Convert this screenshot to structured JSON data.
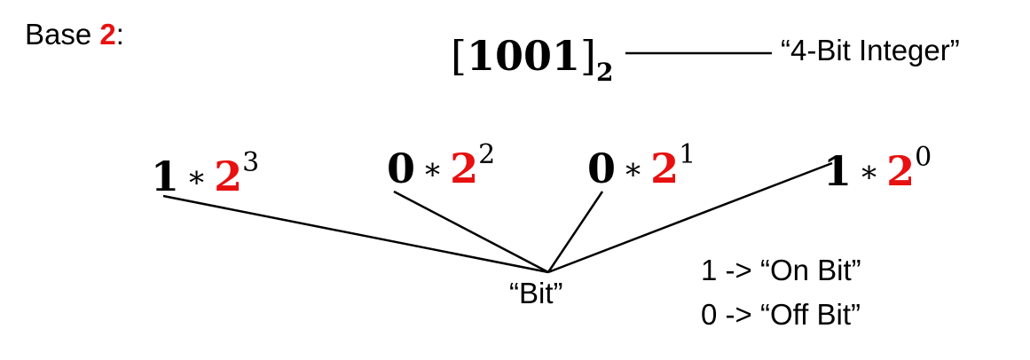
{
  "base_label": {
    "prefix": "Base ",
    "number": "2",
    "suffix": ":"
  },
  "binary": {
    "open": "[",
    "digits": "1001",
    "close": "]",
    "subscript": "2"
  },
  "integer_label": "“4-Bit Integer”",
  "terms": [
    {
      "coefficient": "1",
      "operator": "∗",
      "base": "2",
      "exponent": "3"
    },
    {
      "coefficient": "0",
      "operator": "∗",
      "base": "2",
      "exponent": "2"
    },
    {
      "coefficient": "0",
      "operator": "∗",
      "base": "2",
      "exponent": "1"
    },
    {
      "coefficient": "1",
      "operator": "∗",
      "base": "2",
      "exponent": "0"
    }
  ],
  "bit_label": "“Bit”",
  "legend": {
    "on": "1 -> “On Bit”",
    "off": "0 -> “Off Bit”"
  },
  "colors": {
    "accent": "#e81010",
    "text": "#000000",
    "lines": "#000000"
  }
}
